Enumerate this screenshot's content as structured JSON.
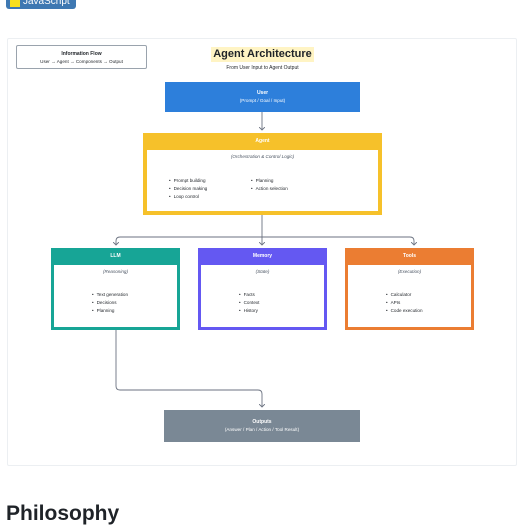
{
  "badge": {
    "icon": "js-logo-icon",
    "icon_text": "JS",
    "label": "JavaScript"
  },
  "info_flow": {
    "title": "Information Flow",
    "path": "User → Agent → Components → Output"
  },
  "diagram": {
    "title": "Agent Architecture",
    "subtitle": "From User Input to Agent Output"
  },
  "user": {
    "title": "User",
    "subtitle": "(Prompt / Goal / Input)"
  },
  "agent": {
    "title": "Agent",
    "role": "(Orchestration & Control Logic)",
    "left_items": [
      "Prompt building",
      "Decision making",
      "Loop control"
    ],
    "right_items": [
      "Planning",
      "Action selection"
    ]
  },
  "components": [
    {
      "title": "LLM",
      "role": "(Reasoning)",
      "items": [
        "Text generation",
        "Decisions",
        "Planning"
      ]
    },
    {
      "title": "Memory",
      "role": "(State)",
      "items": [
        "Facts",
        "Context",
        "History"
      ]
    },
    {
      "title": "Tools",
      "role": "(Execution)",
      "items": [
        "Calculator",
        "APIs",
        "Code execution"
      ]
    }
  ],
  "outputs": {
    "title": "Outputs",
    "subtitle": "(Answer / Plan / Action / Tool Result)"
  },
  "section_heading": "Philosophy",
  "colors": {
    "user": "#2d7fdb",
    "agent": "#f6c12a",
    "llm": "#17a596",
    "memory": "#6458f2",
    "tools": "#eb7d32",
    "outputs": "#7a8895",
    "title_highlight": "#fff4c4"
  }
}
